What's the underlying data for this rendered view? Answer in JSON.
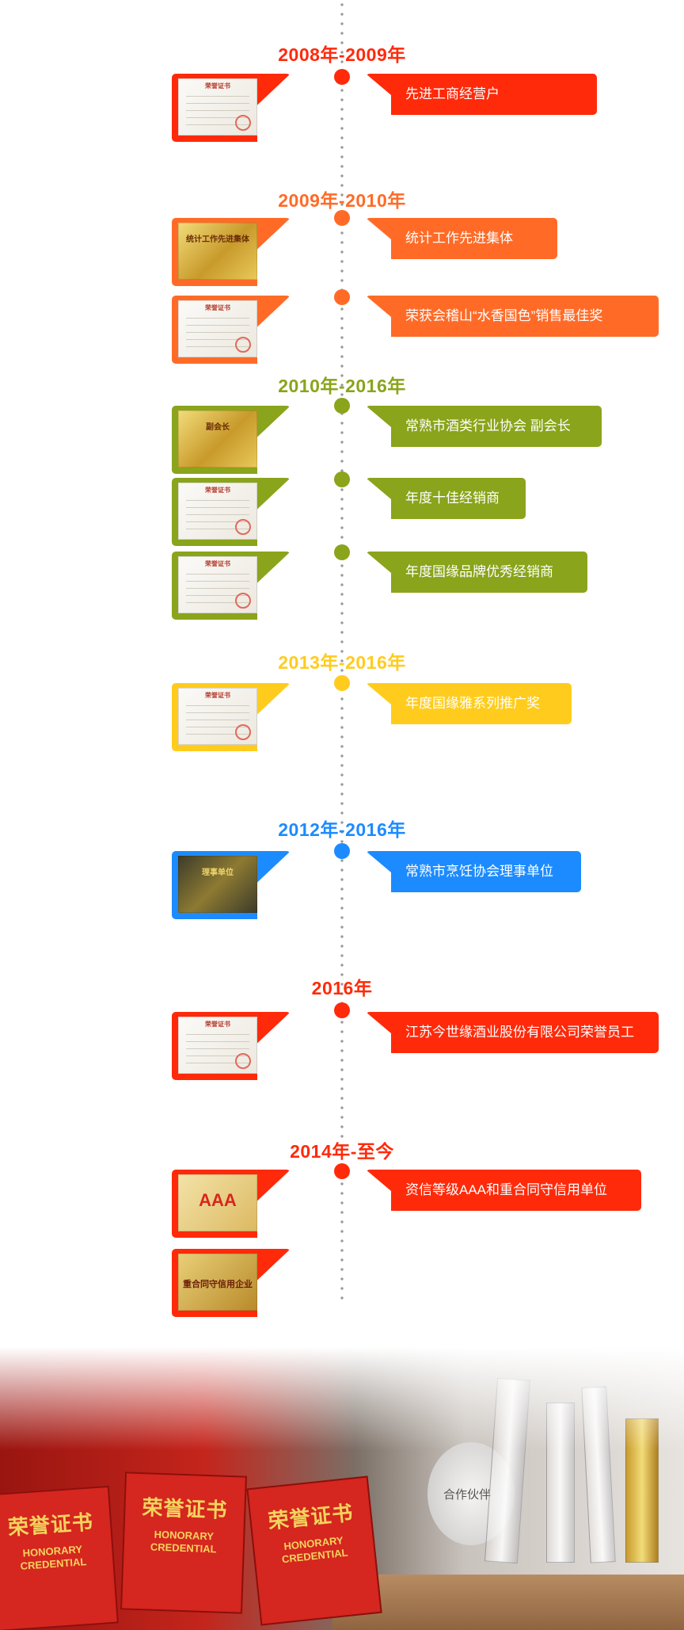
{
  "colors": {
    "red": "#ff2a0a",
    "orange": "#ff6b27",
    "green": "#8aa41b",
    "yellow": "#ffcc1e",
    "blue": "#1c8bff",
    "timeline": "#9a9a9a"
  },
  "timeline": [
    {
      "year": "2008年-2009年",
      "color": "#ff2a0a",
      "items": [
        {
          "award": "先进工商经营户",
          "cert_head": "荣誉证书"
        }
      ]
    },
    {
      "year": "2009年-2010年",
      "color": "#ff6b27",
      "items": [
        {
          "award": "统计工作先进集体",
          "cert_head": "统计工作先进集体"
        },
        {
          "award": "荣获会稽山“水香国色”销售最佳奖",
          "cert_head": "荣誉证书"
        }
      ]
    },
    {
      "year": "2010年-2016年",
      "color": "#8aa41b",
      "items": [
        {
          "award": "常熟市酒类行业协会 副会长",
          "cert_head": "副会长"
        },
        {
          "award": "年度十佳经销商",
          "cert_head": "荣誉证书"
        },
        {
          "award": "年度国缘品牌优秀经销商",
          "cert_head": "荣誉证书"
        }
      ]
    },
    {
      "year": "2013年-2016年",
      "color": "#ffcc1e",
      "items": [
        {
          "award": "年度国缘雅系列推广奖",
          "cert_head": "荣誉证书"
        }
      ]
    },
    {
      "year": "2012年-2016年",
      "color": "#1c8bff",
      "items": [
        {
          "award": "常熟市烹饪协会理事单位",
          "cert_head": "理事单位"
        }
      ]
    },
    {
      "year": "2016年",
      "color": "#ff2a0a",
      "items": [
        {
          "award": "江苏今世缘酒业股份有限公司荣誉员工",
          "cert_head": "荣誉证书"
        }
      ]
    },
    {
      "year": "2014年-至今",
      "color": "#ff2a0a",
      "items": [
        {
          "award": "资信等级AAA和重合同守信用单位",
          "cert_head": "AAA"
        },
        {
          "award": "",
          "cert_head": "重合同守信用企业"
        }
      ]
    }
  ],
  "photo": {
    "book_title": "荣誉证书",
    "book_subtitle": "HONORARY CREDENTIAL",
    "plaque_text": "合作伙伴"
  }
}
